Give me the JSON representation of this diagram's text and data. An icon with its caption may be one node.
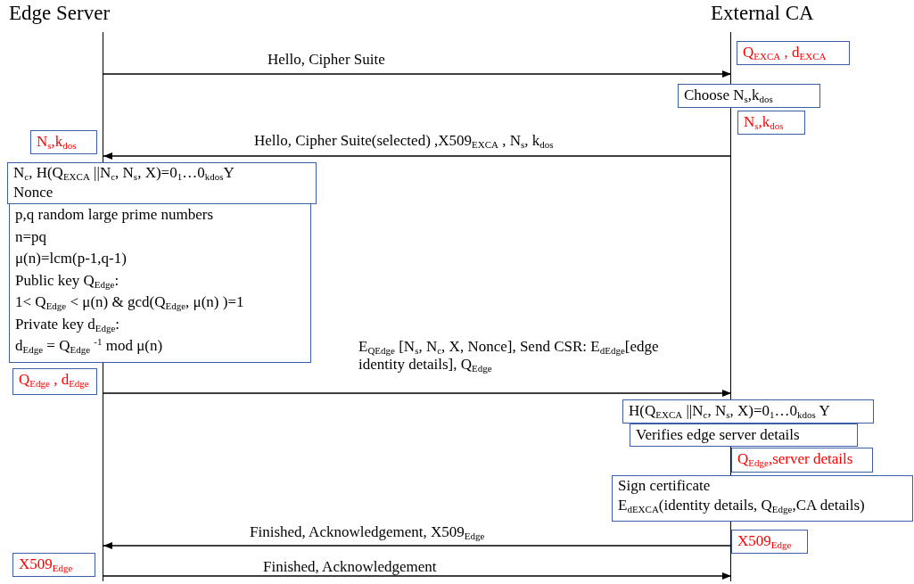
{
  "diagram": {
    "nodes": [
      {
        "text": [
          "Edge Server"
        ]
      },
      {
        "text": [
          "External CA"
        ]
      },
      {
        "text": [
          "Q$_{EXCA}$ , d$_{EXCA}$"
        ]
      },
      {
        "text": [
          "Choose N$_{s}$,k$_{dos}$"
        ]
      },
      {
        "text": [
          "N$_{s}$,k$_{dos}$"
        ]
      },
      {
        "text": [
          "N$_{s}$,k$_{dos}$"
        ]
      },
      {
        "text": [
          "N$_{c}$, H(Q$_{EXCA}$ ||N$_{c}$, N$_{s}$, X)=0$_{1}$…0$_{k}$$_{dos}$Y",
          "Nonce"
        ]
      },
      {
        "text": [
          "p,q random large prime numbers",
          "n=pq",
          "μ(n)=lcm(p-1,q-1)",
          "Public key Q$_{Edge}$:",
          "1< Q$_{Edge}$ < μ(n) & gcd(Q$_{Edge}$, μ(n) )=1",
          "Private key d$_{Edge}$:",
          "d$_{Edge}$ = Q$_{Edge}$ $^{-1}$ mod μ(n)"
        ]
      },
      {
        "text": [
          "Q$_{Edge}$ , d$_{Edge}$"
        ]
      },
      {
        "text": [
          "H(Q$_{EXCA}$ ||N$_{c}$, N$_{s}$, X)=0$_{1}$…0$_{k}$$_{dos}$ Y"
        ]
      },
      {
        "text": [
          "Verifies edge server details"
        ]
      },
      {
        "text": [
          "Q$_{Edge}$,server details"
        ]
      },
      {
        "text": [
          "Sign certificate",
          "E$_{d}$$_{EXCA}$(identity details, Q$_{Edge}$,CA details)"
        ]
      },
      {
        "text": [
          "X509$_{Edge}$"
        ]
      },
      {
        "text": [
          "X509$_{Edge}$"
        ]
      }
    ],
    "edges": [
      {
        "from": 0,
        "to": 1,
        "arrow": "to",
        "label": "Hello, Cipher Suite"
      },
      {
        "from": 1,
        "to": 0,
        "arrow": "to",
        "label": "Hello, Cipher Suite(selected) ,X509$_{EXCA}$ , N$_{s}$, k$_{dos}$"
      },
      {
        "from": 0,
        "to": 1,
        "arrow": "to",
        "label": "E$_{Q}$$_{Edge}$ [N$_{s}$, N$_{c}$, X, Nonce], Send CSR: E$_{d}$$_{Edge}$[edge identity details], Q$_{Edge}$"
      },
      {
        "from": 1,
        "to": 0,
        "arrow": "to",
        "label": "Finished, Acknowledgement, X509$_{Edge}$"
      },
      {
        "from": 0,
        "to": 1,
        "arrow": "to",
        "label": "Finished, Acknowledgement"
      }
    ]
  }
}
